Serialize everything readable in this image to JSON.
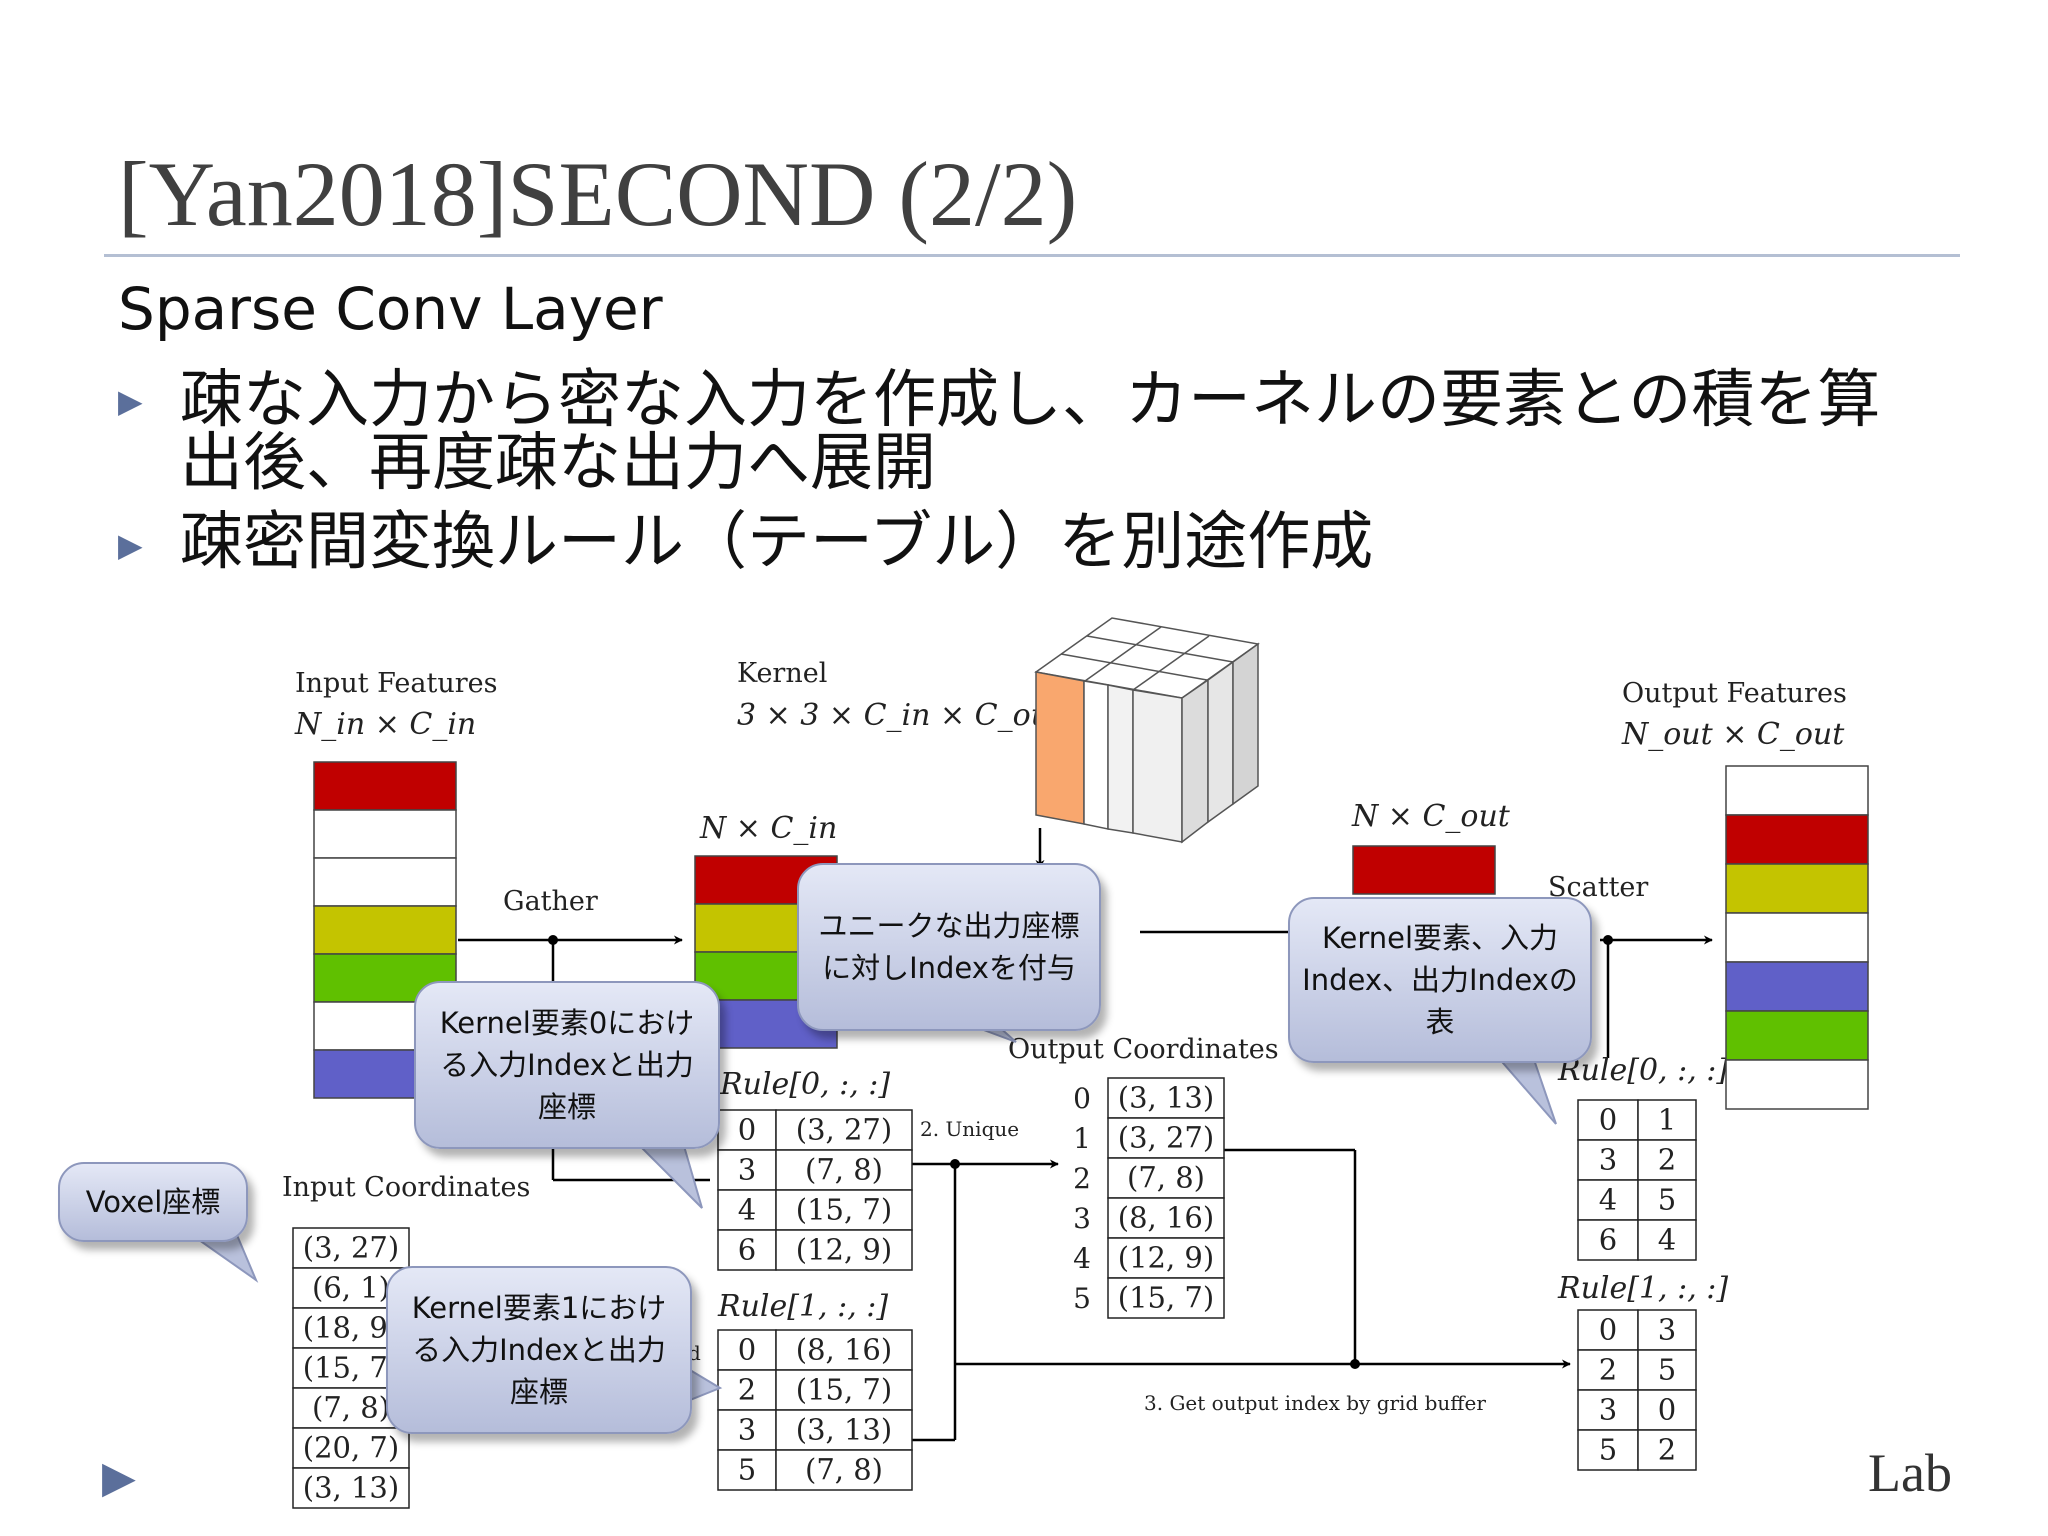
{
  "slide": {
    "title": "[Yan2018]SECOND (2/2)",
    "subtitle": "Sparse Conv Layer",
    "bullets": [
      "疎な入力から密な入力を作成し、カーネルの要素との積を算出後、再度疎な出力へ展開",
      "疎密間変換ルール（テーブル）を別途作成"
    ],
    "bullet_icon": "triangle-right-icon",
    "logo": "Lab"
  },
  "diagram": {
    "input_features": {
      "label": "Input Features",
      "dims": "N_in × C_in",
      "colors": [
        "#c00000",
        "#ffffff",
        "#ffffff",
        "#c4c400",
        "#60c000",
        "#ffffff",
        "#6060c8"
      ]
    },
    "kernel": {
      "label": "Kernel",
      "dims": "3 × 3 × C_in × C_out",
      "highlight_color": "#f9a76e"
    },
    "gathered": {
      "dims": "N × C_in",
      "colors": [
        "#c00000",
        "#c4c400",
        "#60c000",
        "#6060c8"
      ]
    },
    "convolved": {
      "dims": "N × C_out",
      "colors": [
        "#c00000"
      ]
    },
    "output_features": {
      "label": "Output Features",
      "dims": "N_out × C_out",
      "colors": [
        "#ffffff",
        "#c00000",
        "#c4c400",
        "#ffffff",
        "#6060c8",
        "#60c000",
        "#ffffff"
      ]
    },
    "gather_label": "Gather",
    "scatter_label": "Scatter",
    "input_coordinates": {
      "label": "Input Coordinates",
      "rows": [
        "(3, 27)",
        "(6, 1)",
        "(18, 9)",
        "(15, 7)",
        "(7, 8)",
        "(20, 7)",
        "(3, 13)"
      ]
    },
    "output_coordinates": {
      "label": "Output Coordinates",
      "index": [
        "0",
        "1",
        "2",
        "3",
        "4",
        "5"
      ],
      "rows": [
        "(3, 13)",
        "(3, 27)",
        "(7, 8)",
        "(8, 16)",
        "(12, 9)",
        "(15, 7)"
      ]
    },
    "rule_in_0": {
      "label": "Rule[0, :, :]",
      "rows": [
        [
          "0",
          "(3, 27)"
        ],
        [
          "3",
          "(7, 8)"
        ],
        [
          "4",
          "(15, 7)"
        ],
        [
          "6",
          "(12, 9)"
        ]
      ]
    },
    "rule_in_1": {
      "label": "Rule[1, :, :]",
      "rows": [
        [
          "0",
          "(8, 16)"
        ],
        [
          "2",
          "(15, 7)"
        ],
        [
          "3",
          "(3, 13)"
        ],
        [
          "5",
          "(7, 8)"
        ]
      ]
    },
    "rule_out_0": {
      "label": "Rule[0, :, :]",
      "rows": [
        [
          "0",
          "1"
        ],
        [
          "3",
          "2"
        ],
        [
          "4",
          "5"
        ],
        [
          "6",
          "4"
        ]
      ]
    },
    "rule_out_1": {
      "label": "Rule[1, :, :]",
      "rows": [
        [
          "0",
          "3"
        ],
        [
          "2",
          "5"
        ],
        [
          "3",
          "0"
        ],
        [
          "5",
          "2"
        ]
      ]
    },
    "step_unique": "2. Unique",
    "step_grid": "3. Get output index by grid buffer",
    "partial_letter": "d"
  },
  "callouts": {
    "unique_output": "ユニークな出力座標に対しIndexを付与",
    "kernel_table": "Kernel要素、入力Index、出力Indexの表",
    "kernel0": "Kernel要素0における入力Indexと出力座標",
    "kernel1": "Kernel要素1における入力Indexと出力座標",
    "voxel": "Voxel座標"
  }
}
